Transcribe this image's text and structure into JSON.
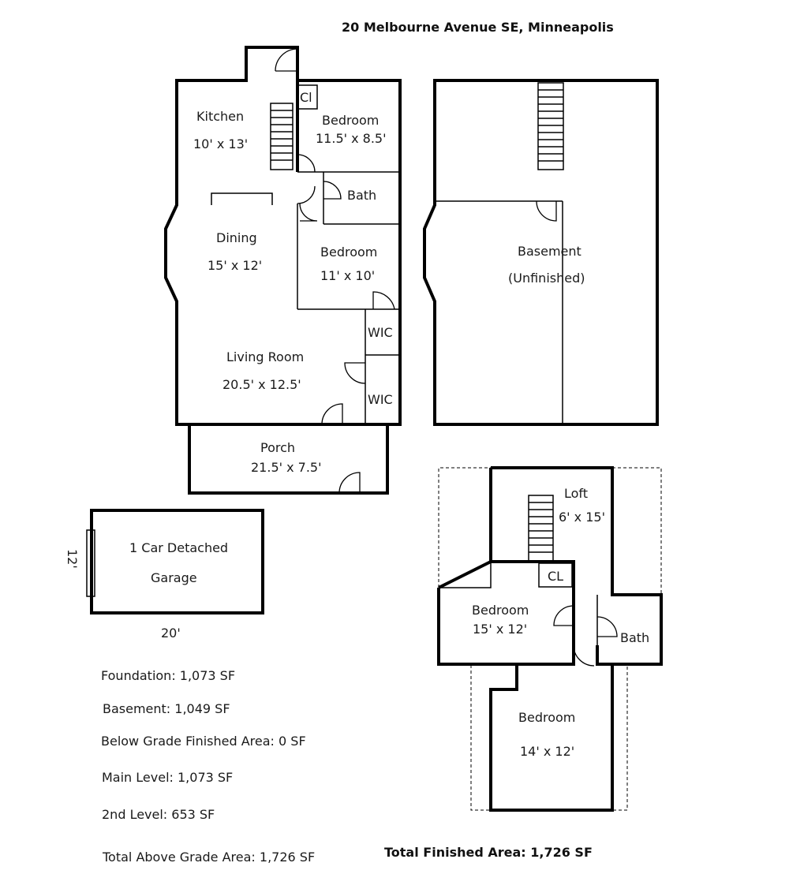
{
  "title": "20 Melbourne Avenue SE, Minneapolis",
  "main_level": {
    "kitchen": {
      "name": "Kitchen",
      "dims": "10' x 13'"
    },
    "closet": "Cl",
    "bedroom1": {
      "name": "Bedroom",
      "dims": "11.5' x 8.5'"
    },
    "bath": "Bath",
    "dining": {
      "name": "Dining",
      "dims": "15' x 12'"
    },
    "bedroom2": {
      "name": "Bedroom",
      "dims": "11' x 10'"
    },
    "wic1": "WIC",
    "wic2": "WIC",
    "living": {
      "name": "Living Room",
      "dims": "20.5' x 12.5'"
    },
    "porch": {
      "name": "Porch",
      "dims": "21.5' x 7.5'"
    }
  },
  "basement": {
    "name": "Basement",
    "note": "(Unfinished)"
  },
  "garage": {
    "line1": "1 Car Detached",
    "line2": "Garage",
    "width": "20'",
    "depth": "12'"
  },
  "upper_level": {
    "loft": {
      "name": "Loft",
      "dims": "6' x 15'"
    },
    "closet": "CL",
    "bedroom1": {
      "name": "Bedroom",
      "dims": "15' x 12'"
    },
    "bath": "Bath",
    "bedroom2": {
      "name": "Bedroom",
      "dims": "14' x 12'"
    }
  },
  "stats": {
    "foundation": "Foundation: 1,073 SF",
    "basement": "Basement: 1,049 SF",
    "below_grade": "Below Grade Finished Area: 0 SF",
    "main_level": "Main Level: 1,073 SF",
    "second_level": "2nd Level: 653 SF",
    "total_above": "Total Above Grade Area: 1,726 SF"
  },
  "total_finished": "Total Finished Area: 1,726 SF"
}
